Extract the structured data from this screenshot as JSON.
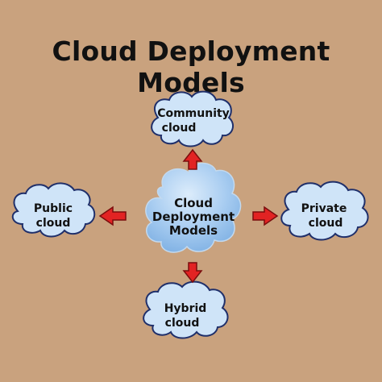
{
  "title": "Cloud Deployment Models",
  "center": {
    "line1": "Cloud",
    "line2": "Deployment",
    "line3": "Models"
  },
  "nodes": {
    "top": {
      "line1": "Community",
      "line2": "cloud"
    },
    "left": {
      "line1": "Public",
      "line2": "cloud"
    },
    "right": {
      "line1": "Private",
      "line2": "cloud"
    },
    "bottom": {
      "line1": "Hybrid",
      "line2": "cloud"
    }
  },
  "colors": {
    "background": "#c9a27e",
    "small_cloud_fill": "#cfe4f8",
    "center_cloud_fill": "#9ec6ef",
    "cloud_stroke": "#1f2f6a",
    "arrow_fill": "#e22323",
    "arrow_stroke": "#7a0d0d"
  }
}
